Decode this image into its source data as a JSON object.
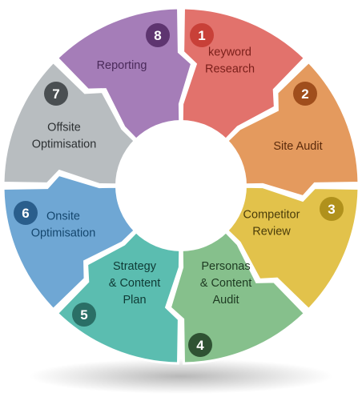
{
  "diagram": {
    "segments": [
      {
        "number": "1",
        "label_lines": [
          "keyword",
          "Research"
        ],
        "color": "#e2726c",
        "badge_color": "#c84038",
        "text_color": "#7a1f1a"
      },
      {
        "number": "2",
        "label_lines": [
          "Site Audit"
        ],
        "color": "#e49a5e",
        "badge_color": "#a04e1c",
        "text_color": "#5c2b0c"
      },
      {
        "number": "3",
        "label_lines": [
          "Competitor",
          "Review"
        ],
        "color": "#e2c24b",
        "badge_color": "#b0911c",
        "text_color": "#4a3c0a"
      },
      {
        "number": "4",
        "label_lines": [
          "Personas",
          "& Content",
          "Audit"
        ],
        "color": "#86c08c",
        "badge_color": "#2f5233",
        "text_color": "#1e3a22"
      },
      {
        "number": "5",
        "label_lines": [
          "Strategy",
          "& Content",
          "Plan"
        ],
        "color": "#5bbdb0",
        "badge_color": "#2a6f66",
        "text_color": "#0f3a35"
      },
      {
        "number": "6",
        "label_lines": [
          "Onsite",
          "Optimisation"
        ],
        "color": "#6fa7d4",
        "badge_color": "#2a5e8c",
        "text_color": "#15476e"
      },
      {
        "number": "7",
        "label_lines": [
          "Offsite",
          "Optimisation"
        ],
        "color": "#b8bdc0",
        "badge_color": "#4a4f52",
        "text_color": "#2d3133"
      },
      {
        "number": "8",
        "label_lines": [
          "Reporting"
        ],
        "color": "#a57db8",
        "badge_color": "#5e3570",
        "text_color": "#4a2a5a"
      }
    ]
  }
}
